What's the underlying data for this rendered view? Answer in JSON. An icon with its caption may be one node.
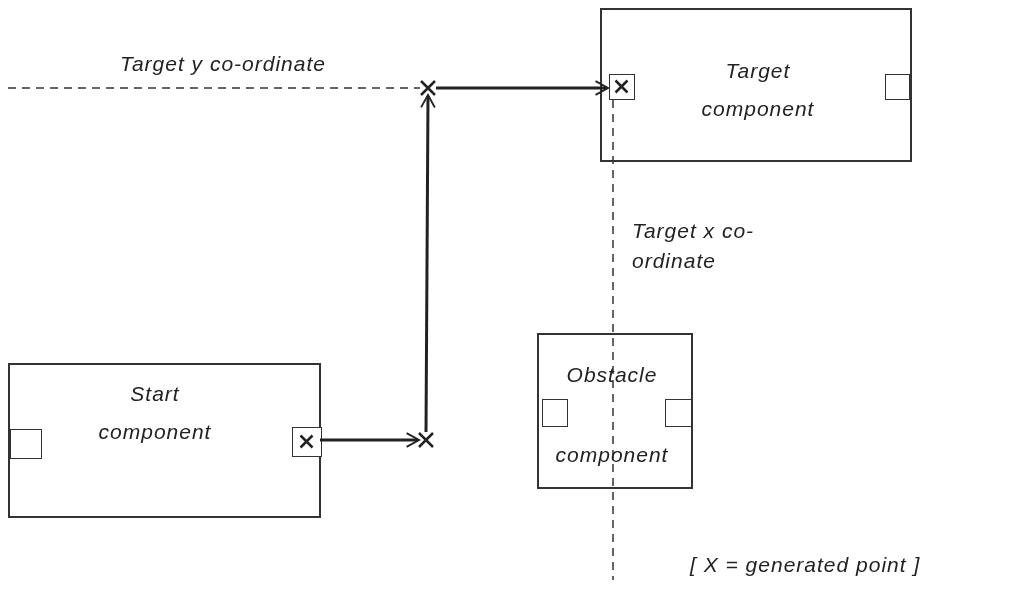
{
  "diagram": {
    "nodes": [
      {
        "text": [
          "Target component"
        ]
      },
      {
        "text": [],
        "shape": "box",
        "in": 0
      },
      {
        "text": [],
        "shape": "box",
        "in": 0
      },
      {
        "text": [],
        "shape": "cross"
      },
      {
        "text": [],
        "shape": "cross"
      },
      {
        "text": [
          "Start component"
        ]
      },
      {
        "text": [],
        "shape": "box",
        "in": 5
      },
      {
        "text": [],
        "shape": "box",
        "in": 5
      },
      {
        "text": [
          "Obstacle component"
        ]
      },
      {
        "text": [],
        "shape": "box",
        "in": 8
      },
      {
        "text": [],
        "shape": "box",
        "in": 8
      }
    ],
    "edges": [
      {
        "from": 7,
        "to": 4,
        "arrow": "to"
      },
      {
        "from": 4,
        "to": 3,
        "arrow": "to"
      },
      {
        "from": 3,
        "to": 1,
        "arrow": "to"
      }
    ],
    "labels": [
      "Target y co-ordinate",
      "Target x co-ordinate",
      "[ X = generated point ]"
    ]
  }
}
